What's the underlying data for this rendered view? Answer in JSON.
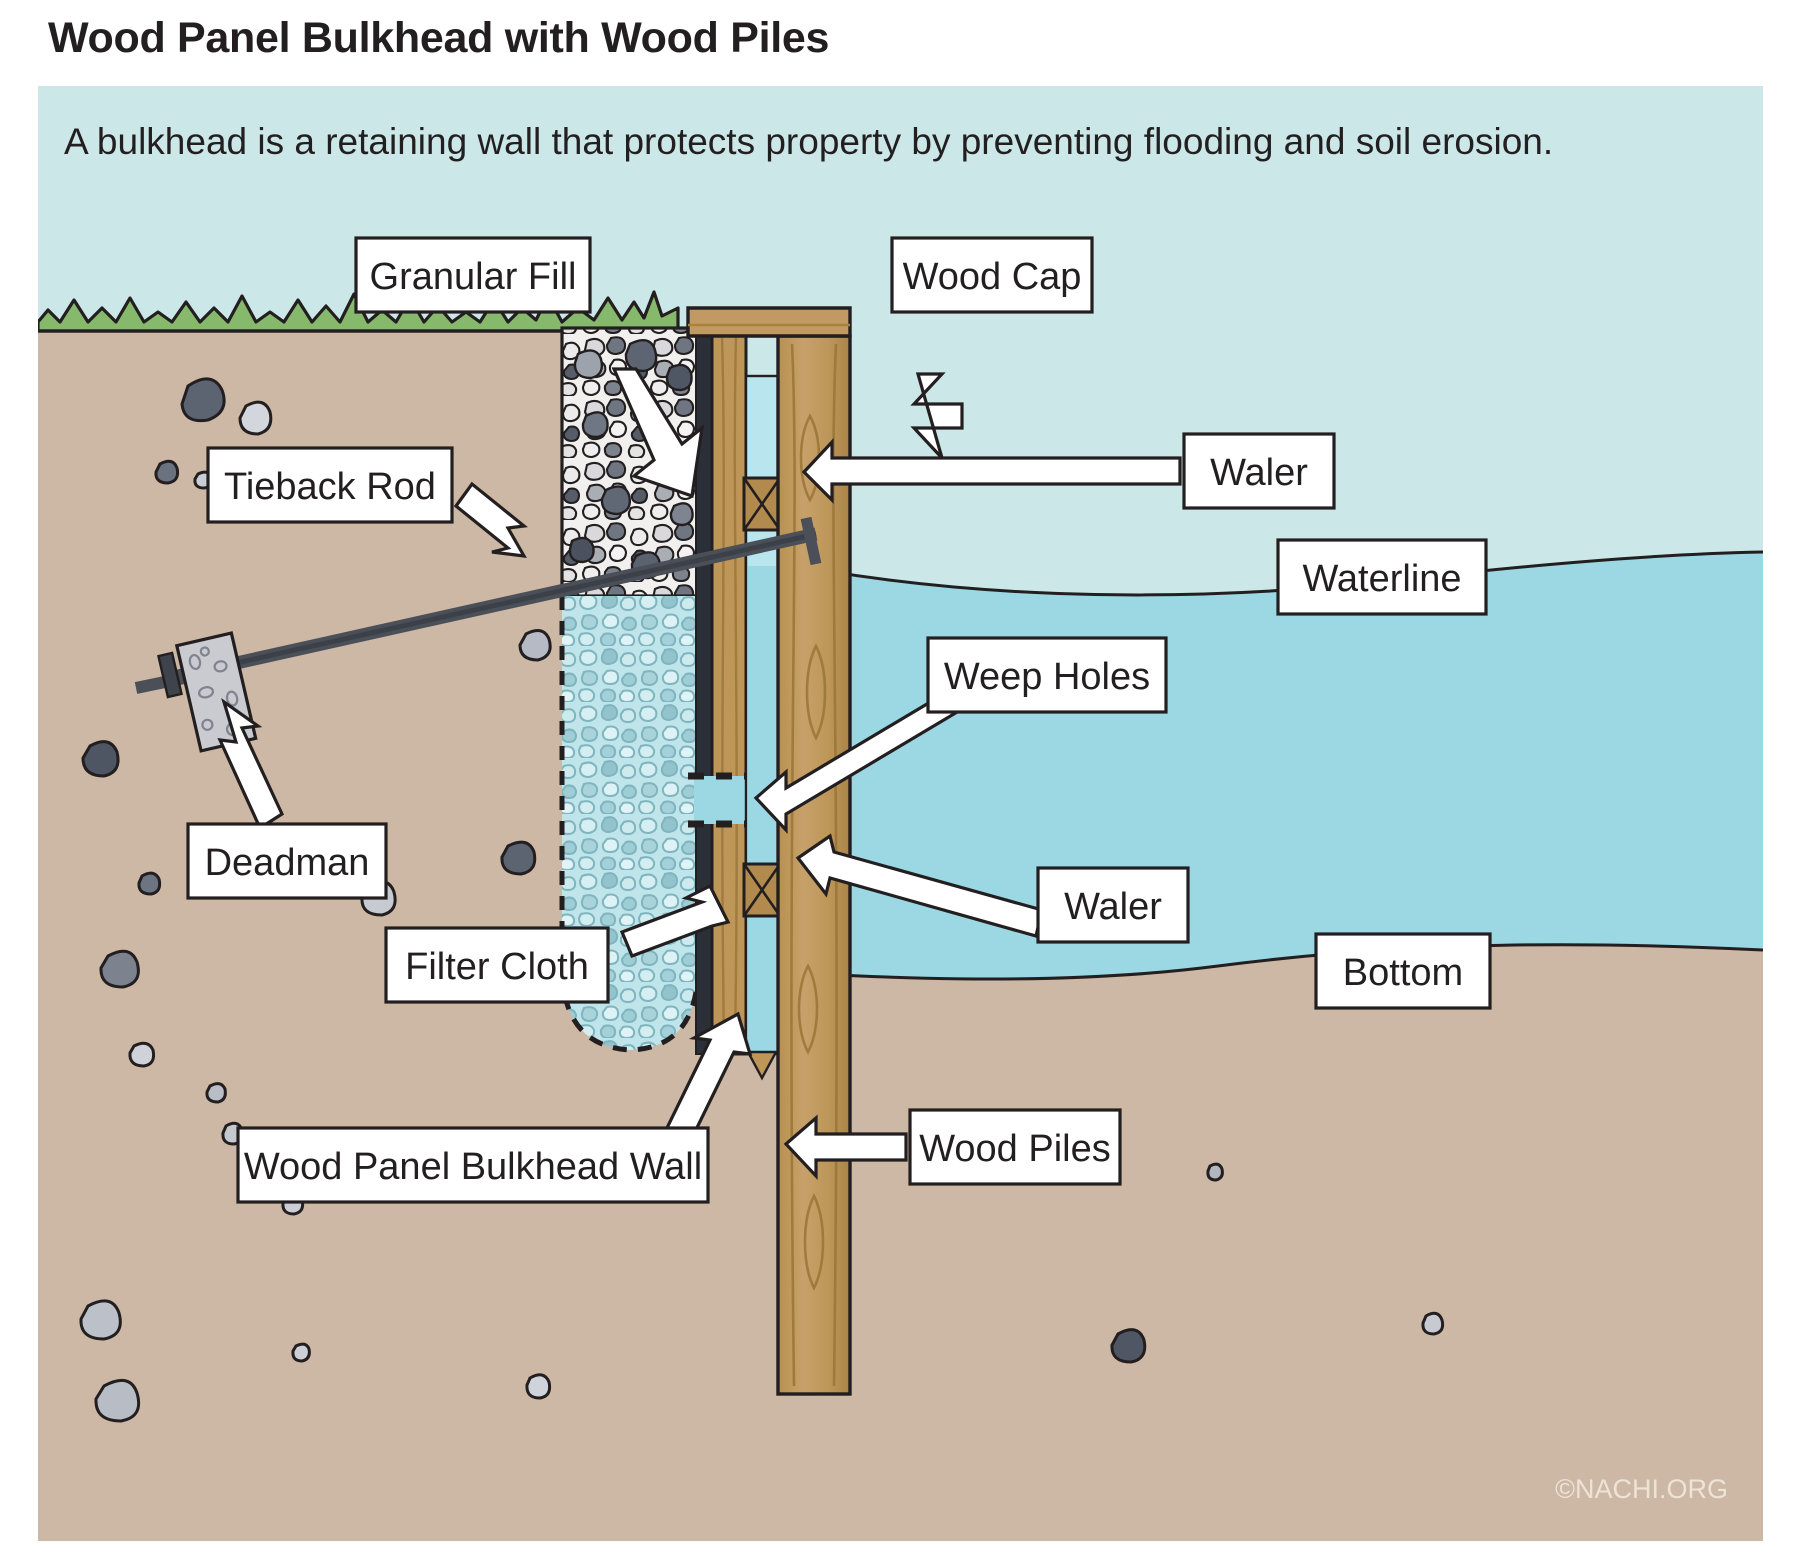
{
  "page": {
    "title": "Wood Panel Bulkhead with Wood Piles",
    "credit": "©NACHI.ORG"
  },
  "banner": {
    "text": "A bulkhead is a retaining wall that protects property by preventing flooding and soil erosion."
  },
  "labels": [
    {
      "id": "granular-fill",
      "text": "Granular Fill"
    },
    {
      "id": "wood-cap",
      "text": "Wood Cap"
    },
    {
      "id": "waler-top",
      "text": "Waler"
    },
    {
      "id": "tieback-rod",
      "text": "Tieback Rod"
    },
    {
      "id": "waterline",
      "text": "Waterline"
    },
    {
      "id": "weep-holes",
      "text": "Weep Holes"
    },
    {
      "id": "deadman",
      "text": "Deadman"
    },
    {
      "id": "waler-bottom",
      "text": "Waler"
    },
    {
      "id": "bottom",
      "text": "Bottom"
    },
    {
      "id": "filter-cloth",
      "text": "Filter Cloth"
    },
    {
      "id": "bulkhead-wall",
      "text": "Wood Panel Bulkhead Wall"
    },
    {
      "id": "wood-piles",
      "text": "Wood Piles"
    }
  ],
  "colors": {
    "sky": "#cbe7e8",
    "water": "#9bd8e3",
    "soil": "#ccb8a4",
    "grass": "#86b96b",
    "wood": "#c09a62",
    "wood_dark": "#b08a52",
    "gravel_bg": "#f2f0ee",
    "filter_bg": "#bfe4ea",
    "outline": "#231f20",
    "rod": "#4a4f58",
    "deadman": "#c9cbd0"
  }
}
